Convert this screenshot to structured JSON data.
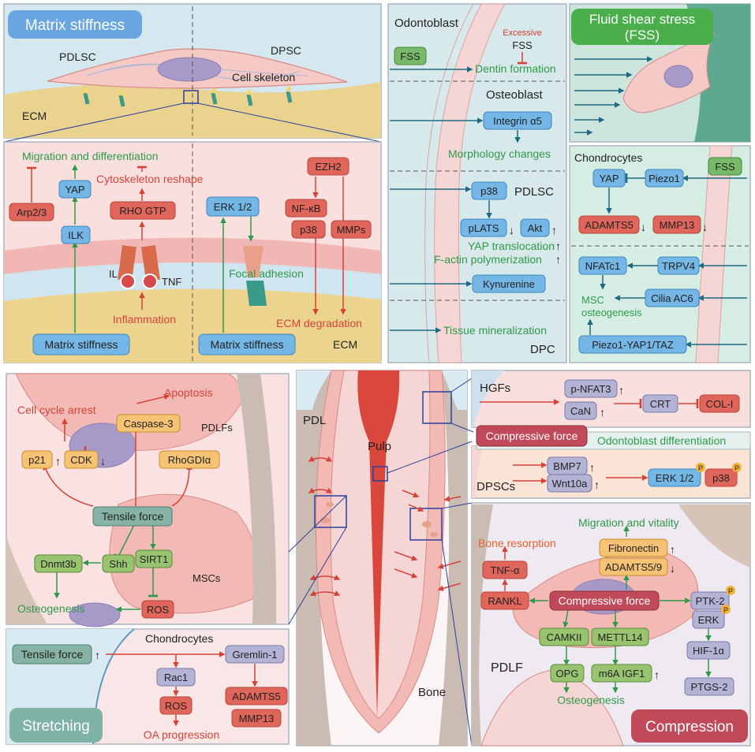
{
  "colors": {
    "green": "#2f9a4a",
    "red": "#d64238",
    "blue_arrow": "#1f6a82",
    "chip_blue": "#74b6e6",
    "chip_red": "#e0655a",
    "chip_orange": "#f6c273",
    "chip_green": "#98c470",
    "chip_gray": "#b3b3d6",
    "chip_teal": "#86b3a6",
    "chip_wine": "#c04a59"
  },
  "p1": {
    "title": "Matrix stiffness",
    "pdlsc": "PDLSC",
    "dpsc": "DPSC",
    "cell_skeleton": "Cell skeleton",
    "ecm": "ECM"
  },
  "p2": {
    "migration": "Migration and differentiation",
    "cytoskeleton": "Cytoskeleton reshape",
    "arp": "Arp2/3",
    "yap": "YAP",
    "rho": "RHO GTP",
    "ilk": "ILK",
    "il": "IL",
    "tnf": "TNF",
    "inflammation": "Inflammation",
    "matrix_l": "Matrix stiffness",
    "erk": "ERK 1/2",
    "ezh2": "EZH2",
    "nfkb": "NF-κB",
    "p38": "p38",
    "mmps": "MMPs",
    "focal": "Focal adhesion",
    "ecm_deg": "ECM degradation",
    "matrix_r": "Matrix stiffness",
    "ecm": "ECM"
  },
  "p3": {
    "odontoblast": "Odontoblast",
    "excessive": "Excessive",
    "fss_top": "FSS",
    "fss": "FSS",
    "dentin": "Dentin formation",
    "osteoblast": "Osteoblast",
    "integrin": "Integrin α5",
    "morph": "Morphology changes",
    "p38": "p38",
    "pdlsc": "PDLSC",
    "plats": "pLATS",
    "akt": "Akt",
    "yap_trans": "YAP translocation",
    "factin": "F-actin polymerization",
    "kyn": "Kynurenine",
    "tissue": "Tissue mineralization",
    "dpc": "DPC"
  },
  "p4": {
    "title1": "Fluid shear stress",
    "title2": "(FSS)"
  },
  "p5": {
    "chondro": "Chondrocytes",
    "fss": "FSS",
    "yap": "YAP",
    "piezo": "Piezo1",
    "adamts": "ADAMTS5",
    "mmp13": "MMP13",
    "nfatc1": "NFATc1",
    "trpv4": "TRPV4",
    "msc1": "MSC",
    "msc2": "osteogenesis",
    "cilia": "Cilia AC6",
    "piezo_yap": "Piezo1-YAP1/TAZ"
  },
  "p6": {
    "cell_cycle": "Cell cycle arrest",
    "apoptosis": "Apoptosis",
    "caspase": "Caspase-3",
    "pdlfs": "PDLFs",
    "p21": "p21",
    "cdk": "CDK",
    "rhogdi": "RhoGDIα",
    "tensile": "Tensile force",
    "dnmt": "Dnmt3b",
    "shh": "Shh",
    "sirt": "SIRT1",
    "mscs": "MSCs",
    "osteo": "Osteogenesis",
    "ros": "ROS"
  },
  "p7": {
    "chondro": "Chondrocytes",
    "tensile": "Tensile force",
    "gremlin": "Gremlin-1",
    "rac1": "Rac1",
    "ros": "ROS",
    "adamts5": "ADAMTS5",
    "mmp13": "MMP13",
    "oa": "OA progression",
    "stretching": "Stretching"
  },
  "p8": {
    "pdl": "PDL",
    "pulp": "Pulp",
    "bone": "Bone"
  },
  "p9": {
    "hgfs": "HGFs",
    "pnfat": "p-NFAT3",
    "can": "CaN",
    "crt": "CRT",
    "col": "COL-I",
    "compressive": "Compressive force",
    "odonto_diff": "Odontoblast differentiation",
    "dpscs": "DPSCs",
    "bmp7": "BMP7",
    "wnt": "Wnt10a",
    "erk": "ERK 1/2",
    "p38": "p38",
    "p_mark": "P"
  },
  "p10": {
    "migration": "Migration and vitality",
    "bone_res": "Bone resorption",
    "fibronectin": "Fibronectin",
    "adamts59": "ADAMTS5/9",
    "tnf": "TNF-α",
    "rankl": "RANKL",
    "compressive": "Compressive force",
    "ptk2": "PTK-2",
    "erk": "ERK",
    "camk": "CAMKII",
    "mettl": "METTL14",
    "hif": "HIF-1α",
    "opg": "OPG",
    "m6a": "m6A IGF1",
    "ptgs": "PTGS-2",
    "pdlf": "PDLF",
    "osteo": "Osteogenesis",
    "compression": "Compression",
    "p_mark": "P"
  }
}
